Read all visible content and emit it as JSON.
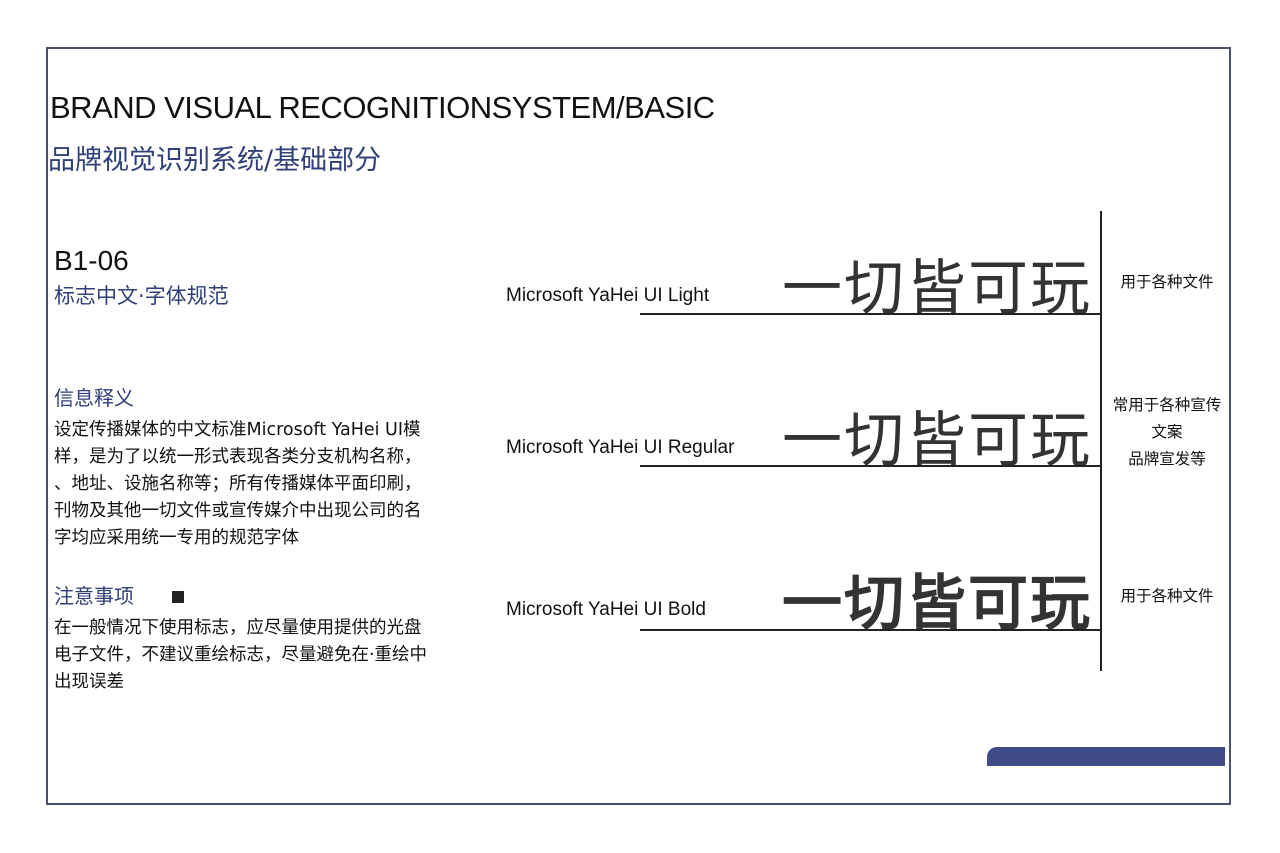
{
  "header": {
    "title_en": "BRAND VISUAL RECOGNITIONSYSTEM/BASIC",
    "title_cn": "品牌视觉识别系统/基础部分"
  },
  "section": {
    "code": "B1-06",
    "subtitle": "标志中文·字体规范"
  },
  "info": {
    "title": "信息释义",
    "lines": [
      "设定传播媒体的中文标准Microsoft YaHei UI模",
      "样，是为了以统一形式表现各类分支机构名称，",
      "、地址、设施名称等；所有传播媒体平面印刷，",
      "刊物及其他一切文件或宣传媒介中出现公司的名",
      "字均应采用统一专用的规范字体"
    ]
  },
  "notes": {
    "title": "注意事项",
    "lines": [
      "在一般情况下使用标志，应尽量使用提供的光盘",
      "电子文件，不建议重绘标志，尽量避免在·重绘中",
      "出现误差"
    ]
  },
  "fonts": [
    {
      "label": "Microsoft YaHei UI Light",
      "sample": "一切皆可玩",
      "usage": [
        "用于各种文件"
      ]
    },
    {
      "label": "Microsoft YaHei UI Regular",
      "sample": "一切皆可玩",
      "usage": [
        "常用于各种宣传",
        "文案",
        "品牌宣发等"
      ]
    },
    {
      "label": "Microsoft YaHei UI Bold",
      "sample": "一切皆可玩",
      "usage": [
        "用于各种文件"
      ]
    }
  ],
  "colors": {
    "accent": "#3f4b86",
    "heading_blue": "#2f3f77",
    "frame": "#4a5070"
  }
}
